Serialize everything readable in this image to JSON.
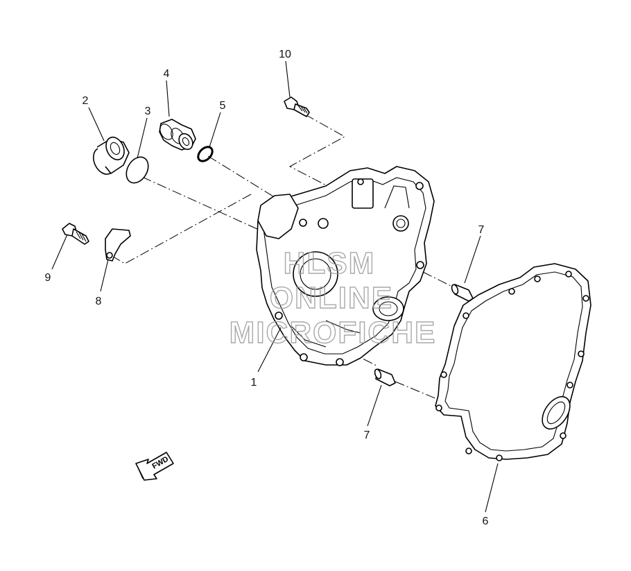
{
  "callouts": {
    "c1": "1",
    "c2": "2",
    "c3": "3",
    "c4": "4",
    "c5": "5",
    "c6": "6",
    "c7a": "7",
    "c7b": "7",
    "c8": "8",
    "c9": "9",
    "c10": "10"
  },
  "watermark": {
    "line1": "HLSM",
    "line2": "ONLINE",
    "line3": "MICROFICHE"
  },
  "direction_arrow": {
    "label": "FWD"
  }
}
